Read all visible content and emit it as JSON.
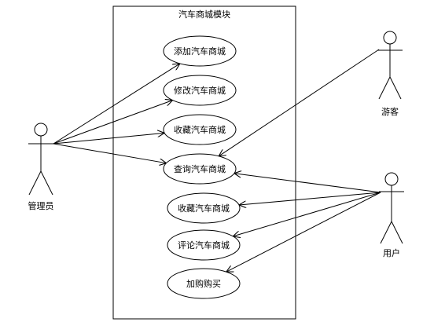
{
  "system": {
    "title": "汽车商城模块"
  },
  "actors": {
    "admin": {
      "label": "管理员"
    },
    "guest": {
      "label": "游客"
    },
    "user": {
      "label": "用户"
    }
  },
  "use_cases": [
    {
      "id": "uc1",
      "label": "添加汽车商城"
    },
    {
      "id": "uc2",
      "label": "修改汽车商城"
    },
    {
      "id": "uc3",
      "label": "收藏汽车商城"
    },
    {
      "id": "uc4",
      "label": "查询汽车商城"
    },
    {
      "id": "uc5",
      "label": "收藏汽车商城"
    },
    {
      "id": "uc6",
      "label": "评论汽车商城"
    },
    {
      "id": "uc7",
      "label": "加购购买"
    }
  ],
  "associations": [
    {
      "from": "admin",
      "to": "uc1"
    },
    {
      "from": "admin",
      "to": "uc2"
    },
    {
      "from": "admin",
      "to": "uc3"
    },
    {
      "from": "admin",
      "to": "uc4"
    },
    {
      "from": "guest",
      "to": "uc4"
    },
    {
      "from": "user",
      "to": "uc4"
    },
    {
      "from": "user",
      "to": "uc5"
    },
    {
      "from": "user",
      "to": "uc6"
    },
    {
      "from": "user",
      "to": "uc7"
    }
  ]
}
